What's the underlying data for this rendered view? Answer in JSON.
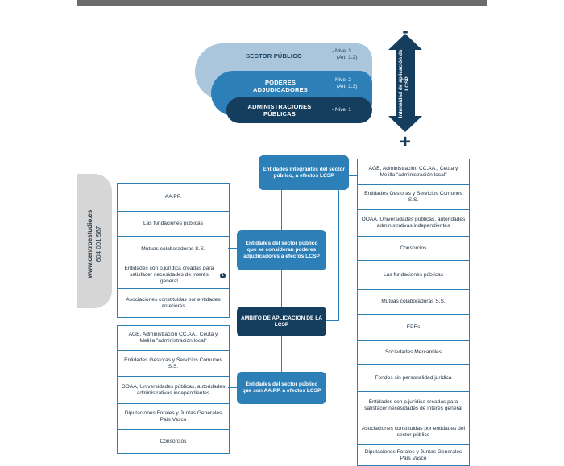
{
  "tiers": [
    {
      "name": "SECTOR PÚBLICO",
      "level": "- Nivel 3",
      "art": "(Art. 3.2)"
    },
    {
      "name": "PODERES ADJUDICADORES",
      "level": "- Nivel 2",
      "art": "(Art. 3.3)"
    },
    {
      "name": "ADMINISTRACIONES PÚBLICAS",
      "level": "- Nivel 1",
      "art": ""
    }
  ],
  "arrow": {
    "minus": "-",
    "plus": "+",
    "label": "Intensidad de aplicación de LCSP"
  },
  "side_tab": {
    "website": "www.centroestudio.es",
    "phone": "604 001 567"
  },
  "center_boxes": {
    "integrantes": "Entidades integrantes del sector público, a efectos LCSP",
    "poderes": "Entidades del sector público que se consideran poderes adjudicadores a efectos LCSP",
    "ambito": "ÁMBITO DE APLICACIÓN DE LA LCSP",
    "aapp": "Entidades del sector público que son AA.PP. a efectos LCSP"
  },
  "left_top_list": [
    "AA.PP.",
    "Las fundaciones públicas",
    "Mutuas colaboradoras S.S.",
    "Entidades con p.jurídica creadas para satisfacer necesidades de interés general",
    "Asociaciones constituidas por entidades anteriores"
  ],
  "badge_text": "1",
  "left_bottom_list": [
    "AGE, Administración CC.AA., Ceuta y Melilla \"administración local\"",
    "Entidades Gestoras y Servicios Comunes S.S.",
    "OOAA, Universidades públicas, autoridades administrativas independientes",
    "Diputaciones Forales y Juntas Generales País Vasco",
    "Consorcios"
  ],
  "right_list": [
    "AGE, Administración CC.AA., Ceuta y Melilla \"administración local\"",
    "Entidades Gestoras y Servicios Comunes S.S.",
    "OOAA, Universidades públicas, autoridades administrativas independientes",
    "Consorcios",
    "Las fundaciones públicas",
    "Mutuas colaboradoras S.S.",
    "EPEs",
    "Sociedades Mercantiles",
    "Fondos sin personalidad jurídica",
    "Entidades con p.jurídica creadas para satisfacer necesidades de interés general",
    "Asociaciones constituidas por entidades del sector público",
    "Diputaciones Forales y Juntas Generales País Vasco"
  ]
}
